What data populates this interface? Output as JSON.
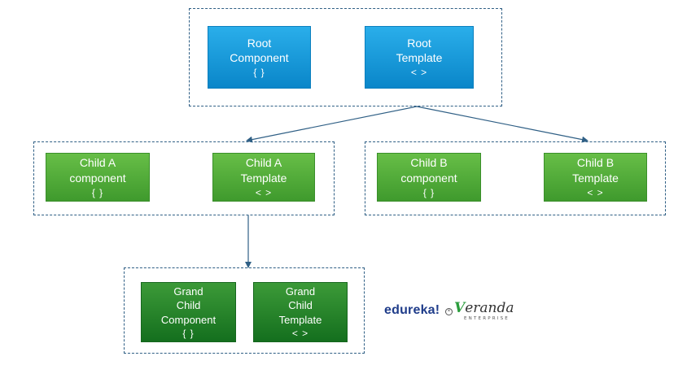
{
  "root": {
    "component": {
      "line1": "Root",
      "line2": "Component",
      "glyph": "{ }"
    },
    "template": {
      "line1": "Root",
      "line2": "Template",
      "glyph": "< >"
    }
  },
  "child_a": {
    "component": {
      "line1": "Child A",
      "line2": "component",
      "glyph": "{ }"
    },
    "template": {
      "line1": "Child A",
      "line2": "Template",
      "glyph": "< >"
    }
  },
  "child_b": {
    "component": {
      "line1": "Child B",
      "line2": "component",
      "glyph": "{ }"
    },
    "template": {
      "line1": "Child B",
      "line2": "Template",
      "glyph": "< >"
    }
  },
  "grand_child": {
    "component": {
      "line1": "Grand",
      "line2": "Child",
      "line3": "Component",
      "glyph": "{ }"
    },
    "template": {
      "line1": "Grand",
      "line2": "Child",
      "line3": "Template",
      "glyph": "< >"
    }
  },
  "logo": {
    "edureka": "edureka!",
    "veranda_first": "V",
    "veranda_rest": "eranda",
    "enterprise": "ENTERPRISE"
  },
  "colors": {
    "root_box": "#1a9ddb",
    "child_box": "#56ae3b",
    "grandchild_box": "#1e7a26",
    "group_border": "#2f5f85",
    "arrow": "#2f5f85"
  }
}
